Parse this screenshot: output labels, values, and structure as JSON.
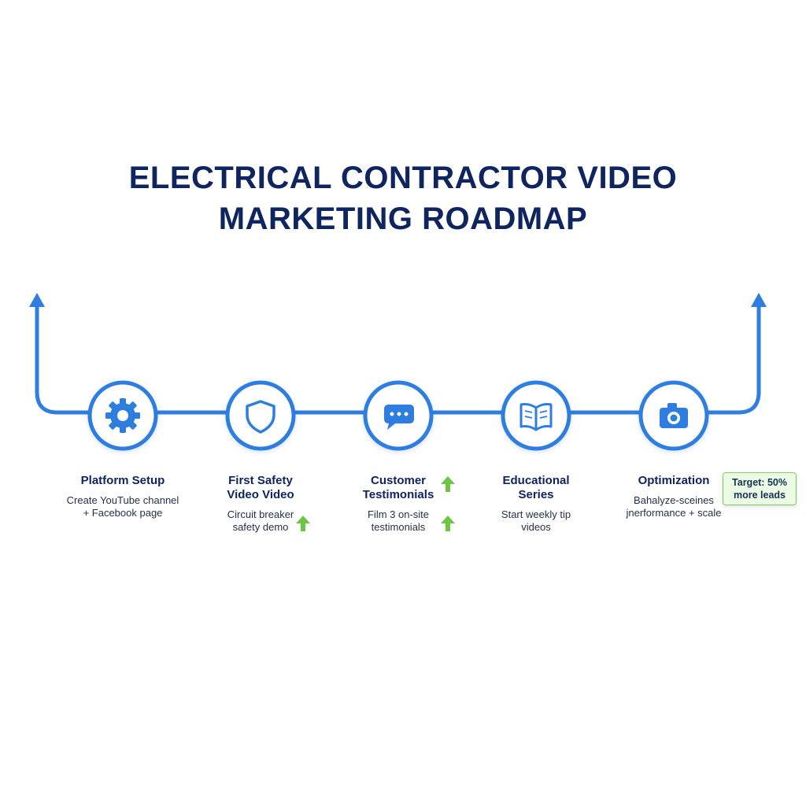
{
  "title": {
    "line1": "ELECTRICAL CONTRACTOR VIDEO",
    "line2": "MARKETING ROADMAP"
  },
  "colors": {
    "title": "#0f2560",
    "path": "#2e7de0",
    "growth_arrow": "#6cc644",
    "callout_border": "#7dd05d",
    "callout_bg": "#ecfbe6"
  },
  "steps": [
    {
      "icon": "gear-icon",
      "title_lines": [
        "Platform Setup"
      ],
      "desc_lines": [
        "Create YouTube channel",
        "+ Facebook page"
      ]
    },
    {
      "icon": "shield-icon",
      "title_lines": [
        "First Safety",
        "Video Video"
      ],
      "desc_lines": [
        "Circuit breaker",
        "safety demo"
      ]
    },
    {
      "icon": "chat-bubble-icon",
      "title_lines": [
        "Customer",
        "Testimonials"
      ],
      "desc_lines": [
        "Film 3 on-site",
        "testimonials"
      ]
    },
    {
      "icon": "book-icon",
      "title_lines": [
        "Educational",
        "Series"
      ],
      "desc_lines": [
        "Start weekly tip",
        "videos"
      ]
    },
    {
      "icon": "camera-icon",
      "title_lines": [
        "Optimization"
      ],
      "desc_lines": [
        "Bahalyze-sceines",
        "jnerformance + scale"
      ]
    }
  ],
  "callout": {
    "line1": "Target: 50%",
    "line2": "more leads"
  }
}
